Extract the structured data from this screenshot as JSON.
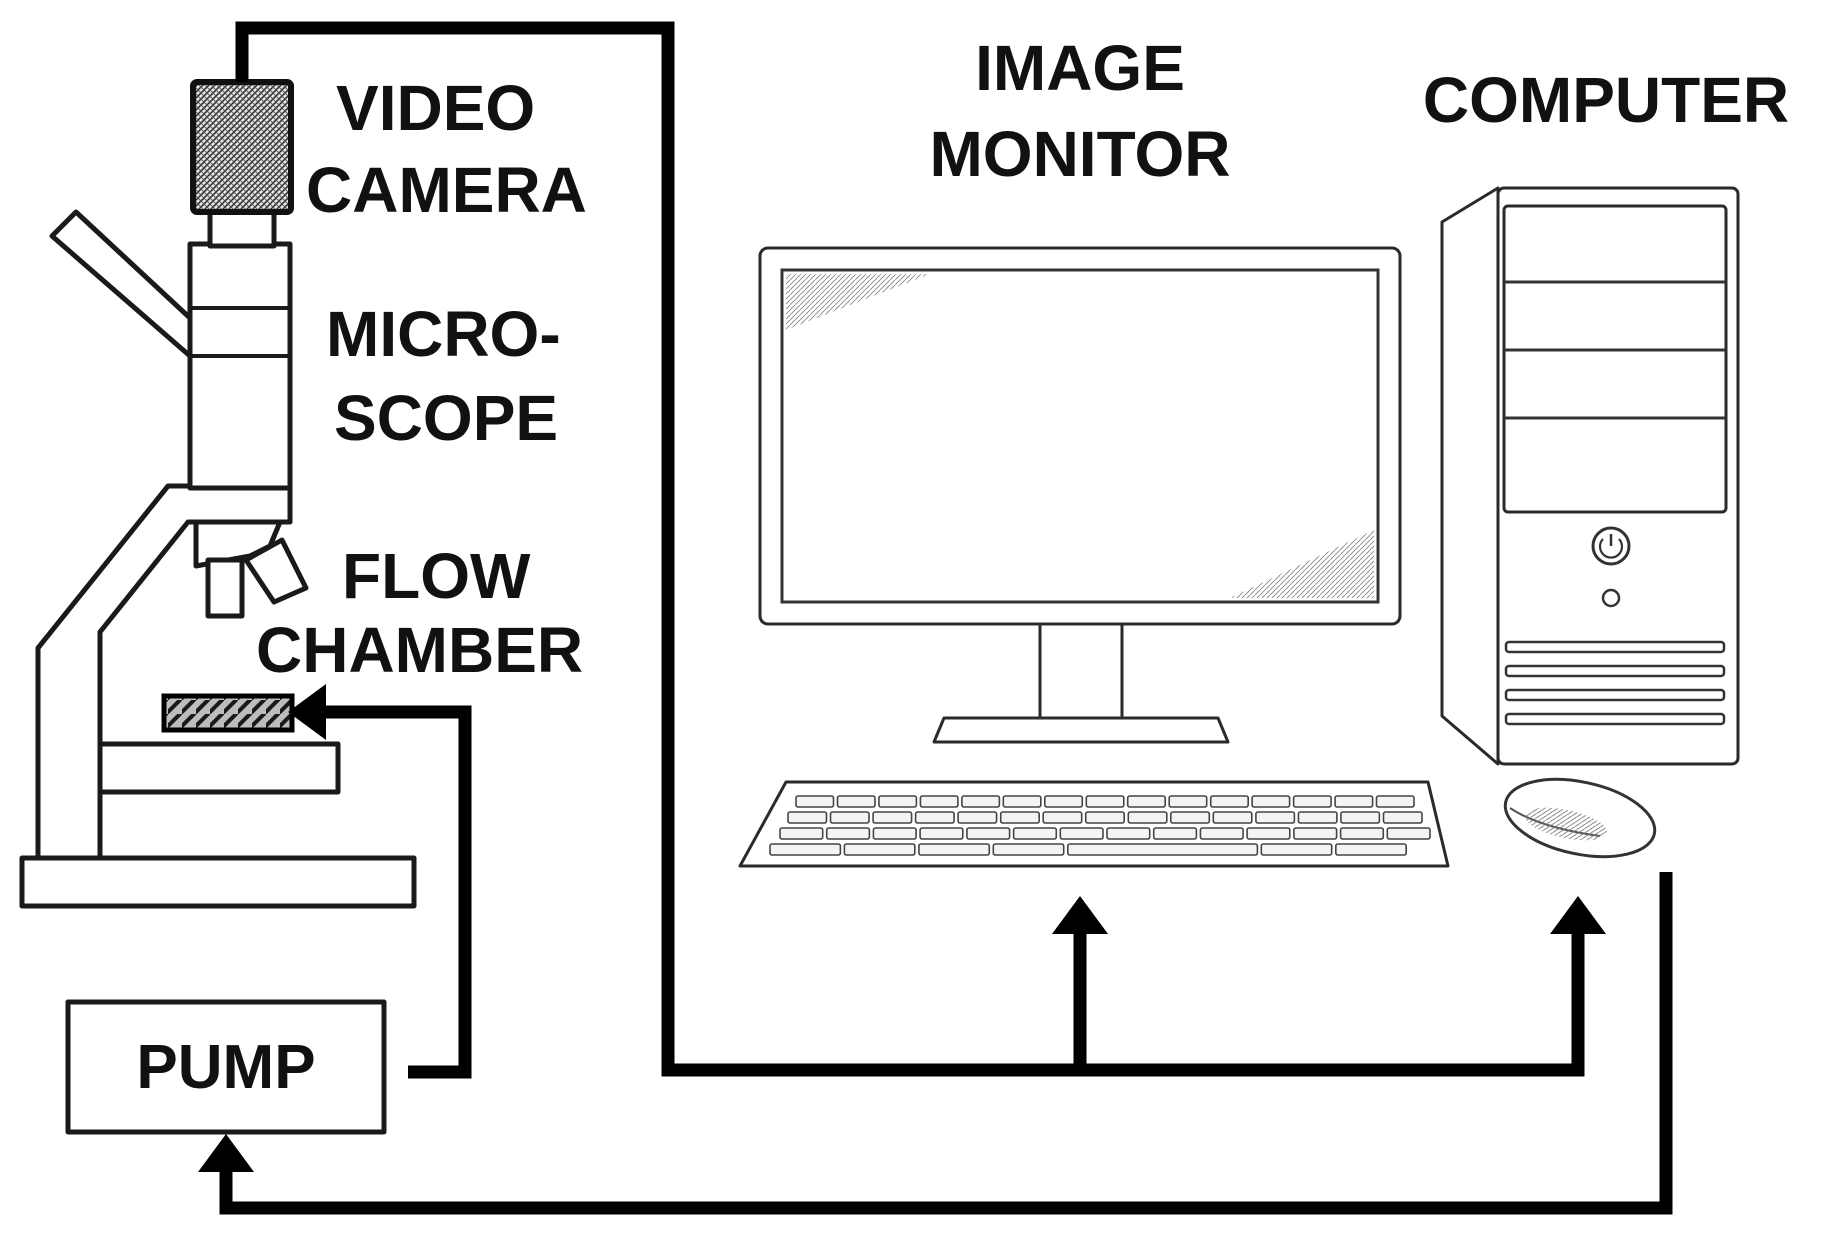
{
  "labels": {
    "video_camera_1": "VIDEO",
    "video_camera_2": "CAMERA",
    "microscope_1": "MICRO-",
    "microscope_2": "SCOPE",
    "flow_chamber_1": "FLOW",
    "flow_chamber_2": "CHAMBER",
    "image_monitor_1": "IMAGE",
    "image_monitor_2": "MONITOR",
    "computer": "COMPUTER",
    "pump": "PUMP"
  },
  "colors": {
    "line": "#000000",
    "background": "#ffffff",
    "camera_fill": "#5a5a5a"
  }
}
